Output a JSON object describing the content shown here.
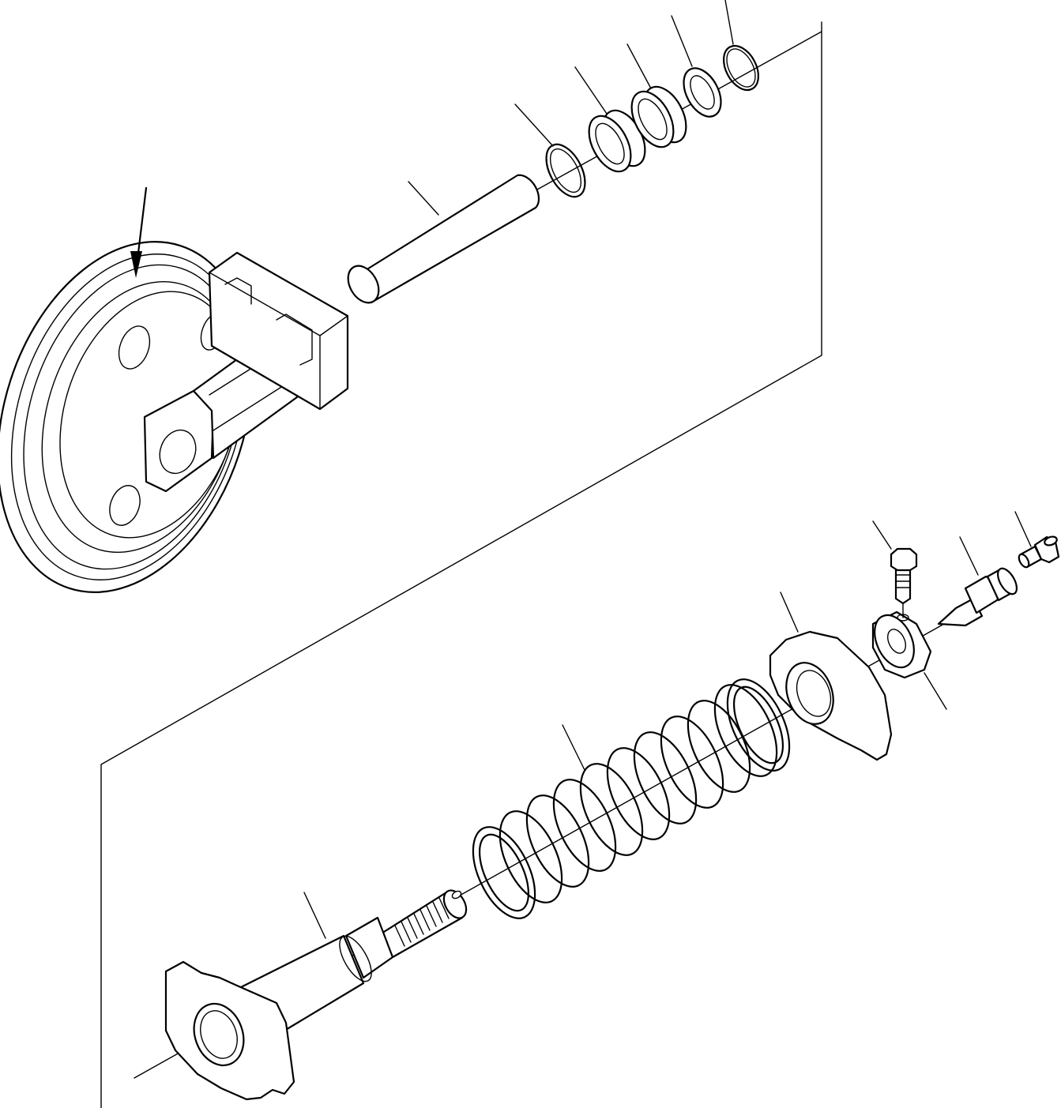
{
  "diagram": {
    "type": "exploded parts view",
    "colors": {
      "line": "#000000",
      "background": "#ffffff"
    },
    "parts": [
      {
        "name": "idler-wheel-assembly-arrow"
      },
      {
        "name": "pin"
      },
      {
        "name": "snap-ring"
      },
      {
        "name": "bushing-1"
      },
      {
        "name": "bushing-2"
      },
      {
        "name": "washer"
      },
      {
        "name": "o-ring"
      },
      {
        "name": "recoil-rod"
      },
      {
        "name": "recoil-spring"
      },
      {
        "name": "spring-seat"
      },
      {
        "name": "nut"
      },
      {
        "name": "bolt"
      },
      {
        "name": "grease-valve"
      },
      {
        "name": "grease-fitting"
      }
    ],
    "labels": []
  }
}
